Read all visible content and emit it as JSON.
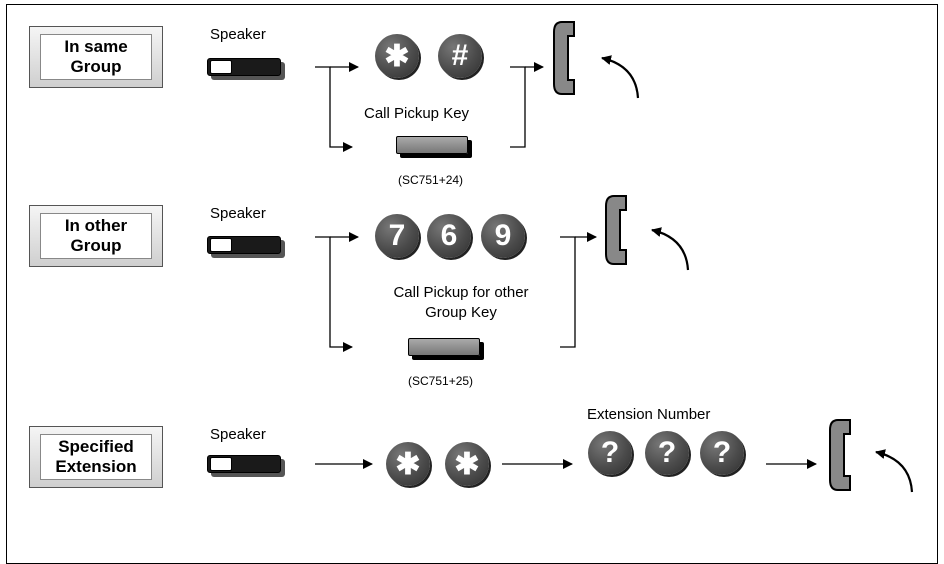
{
  "rows": [
    {
      "label": "In same\nGroup",
      "speaker": "Speaker",
      "keys": [
        "✱",
        "#"
      ],
      "alt_key_label": "Call Pickup Key",
      "alt_key_code": "(SC751+24)"
    },
    {
      "label": "In other\nGroup",
      "speaker": "Speaker",
      "keys": [
        "7",
        "6",
        "9"
      ],
      "alt_key_label": "Call Pickup for other\nGroup Key",
      "alt_key_code": "(SC751+25)"
    },
    {
      "label": "Specified\nExtension",
      "speaker": "Speaker",
      "keys": [
        "✱",
        "✱"
      ],
      "ext_label": "Extension Number",
      "ext_keys": [
        "?",
        "?",
        "?"
      ]
    }
  ],
  "icons": {
    "handset": "handset-lift-icon",
    "key_color": "#4b4b4b"
  }
}
